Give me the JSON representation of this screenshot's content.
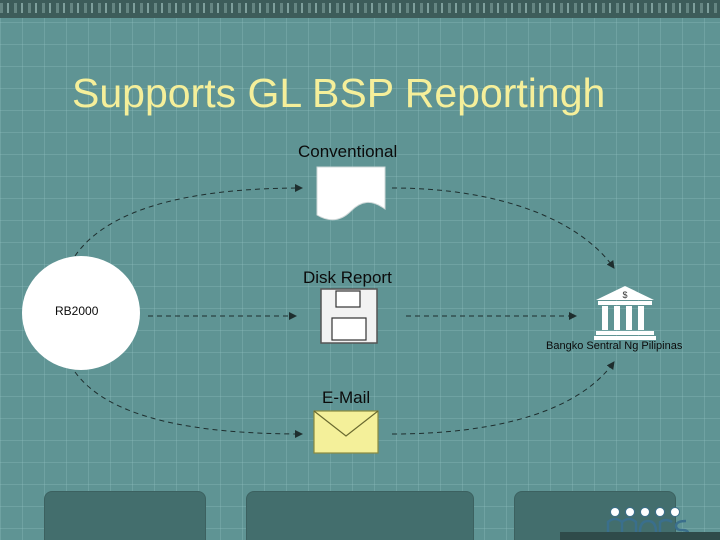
{
  "title": "Supports GL BSP Reportingh",
  "diagram": {
    "source": "RB2000",
    "channels": [
      {
        "label": "Conventional",
        "icon": "paper-document-icon"
      },
      {
        "label": "Disk Report",
        "icon": "floppy-disk-icon"
      },
      {
        "label": "E-Mail",
        "icon": "envelope-icon"
      }
    ],
    "destination": "Bangko Sentral Ng  Pilipinas",
    "destination_icon": "bank-building-icon",
    "bank_symbol": "$"
  },
  "colors": {
    "background": "#5f9494",
    "title": "#f5ef9a",
    "arrow": "#1e2e2e",
    "envelope": "#f4f09a"
  }
}
